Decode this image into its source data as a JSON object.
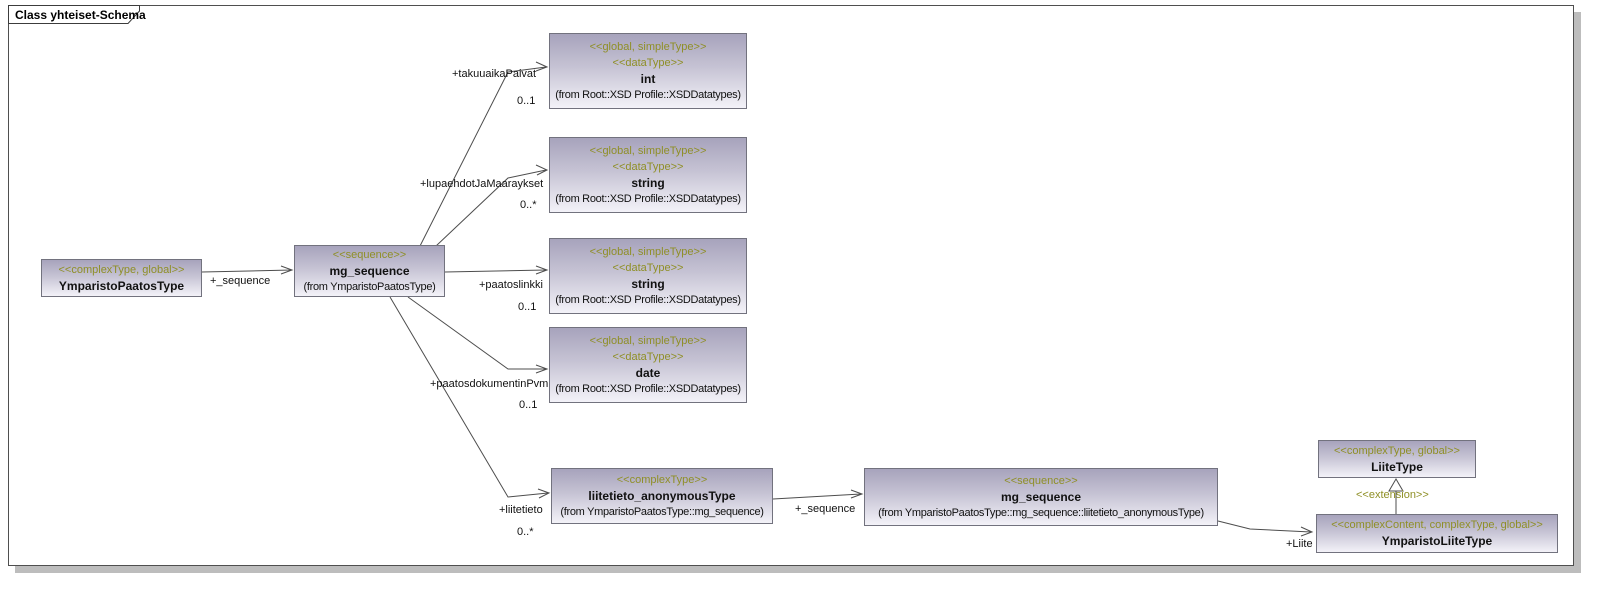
{
  "frame": {
    "title": "Class yhteiset-Schema"
  },
  "colors": {
    "stereotype_text": "#8f8f26",
    "node_gradient_top": "#a7a3bc",
    "node_gradient_bottom": "#f3f2f8",
    "node_border": "#72727e",
    "connector": "#4d4d4d",
    "frame_shadow": "#bdbdbd"
  },
  "nodes": [
    {
      "stereotypes": [
        "<<complexType, global>>"
      ],
      "name": "YmparistoPaatosType"
    },
    {
      "stereotypes": [
        "<<sequence>>"
      ],
      "name": "mg_sequence",
      "from": "(from YmparistoPaatosType)"
    },
    {
      "stereotypes": [
        "<<global, simpleType>>",
        "<<dataType>>"
      ],
      "name": "int",
      "from": "(from Root::XSD Profile::XSDDatatypes)"
    },
    {
      "stereotypes": [
        "<<global, simpleType>>",
        "<<dataType>>"
      ],
      "name": "string",
      "from": "(from Root::XSD Profile::XSDDatatypes)"
    },
    {
      "stereotypes": [
        "<<global, simpleType>>",
        "<<dataType>>"
      ],
      "name": "string",
      "from": "(from Root::XSD Profile::XSDDatatypes)"
    },
    {
      "stereotypes": [
        "<<global, simpleType>>",
        "<<dataType>>"
      ],
      "name": "date",
      "from": "(from Root::XSD Profile::XSDDatatypes)"
    },
    {
      "stereotypes": [
        "<<complexType>>"
      ],
      "name": "liitetieto_anonymousType",
      "from": "(from YmparistoPaatosType::mg_sequence)"
    },
    {
      "stereotypes": [
        "<<sequence>>"
      ],
      "name": "mg_sequence",
      "from": "(from YmparistoPaatosType::mg_sequence::liitetieto_anonymousType)"
    },
    {
      "stereotypes": [
        "<<complexType, global>>"
      ],
      "name": "LiiteType"
    },
    {
      "stereotypes": [
        "<<complexContent, complexType, global>>"
      ],
      "name": "YmparistoLiiteType"
    }
  ],
  "edges": [
    {
      "label": "+_sequence"
    },
    {
      "label": "+takuuaikaPaivat",
      "multiplicity": "0..1"
    },
    {
      "label": "+lupaehdotJaMaaraykset",
      "multiplicity": "0..*"
    },
    {
      "label": "+paatoslinkki",
      "multiplicity": "0..1"
    },
    {
      "label": "+paatosdokumentinPvm",
      "multiplicity": "0..1"
    },
    {
      "label": "+liitetieto",
      "multiplicity": "0..*"
    },
    {
      "label": "+_sequence"
    },
    {
      "label": "+Liite"
    },
    {
      "label": "<<extension>>"
    }
  ]
}
